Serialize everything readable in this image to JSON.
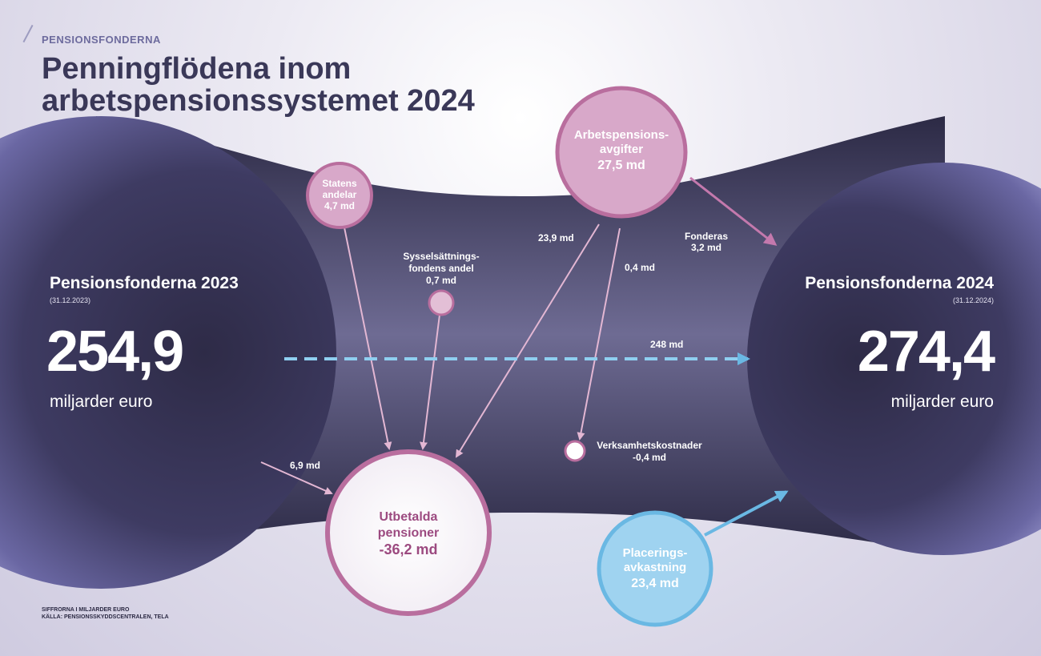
{
  "header": {
    "kicker": "PENSIONSFONDERNA",
    "title": "Penningflödena inom arbetspensionssystemet 2024"
  },
  "fund_2023": {
    "title": "Pensionsfonderna 2023",
    "date": "(31.12.2023)",
    "value": "254,9",
    "unit": "miljarder euro"
  },
  "fund_2024": {
    "title": "Pensionsfonderna 2024",
    "date": "(31.12.2024)",
    "value": "274,4",
    "unit": "miljarder euro"
  },
  "bubbles": {
    "contributions": {
      "line1": "Arbetspensions-",
      "line2": "avgifter",
      "amount": "27,5 md"
    },
    "state": {
      "line1": "Statens",
      "line2": "andelar",
      "amount": "4,7 md"
    },
    "employment_fund": {
      "line1": "Sysselsättnings-",
      "line2": "fondens andel",
      "amount": "0,7 md"
    },
    "pensions_paid": {
      "line1": "Utbetalda",
      "line2": "pensioner",
      "amount": "-36,2 md"
    },
    "investment_return": {
      "line1": "Placerings-",
      "line2": "avkastning",
      "amount": "23,4 md"
    },
    "operating_costs": {
      "line1": "Verksamhetskostnader",
      "amount": "-0,4 md"
    }
  },
  "flows": {
    "to_pensions": "23,9 md",
    "to_costs": "0,4 md",
    "funded_label": "Fonderas",
    "funded_amount": "3,2 md",
    "carryover": "248 md",
    "from_funds": "6,9 md"
  },
  "footer": {
    "note": "SIFFRORNA I MILJARDER EURO",
    "source": "KÄLLA: PENSIONSSKYDDSCENTRALEN, TELA"
  },
  "colors": {
    "dark_band": "#3f3d5e",
    "sphere": "#8b89bd",
    "pink": "#b96e9e",
    "pink_fill": "#d8a8c9",
    "pink_text": "#9c4a80",
    "blue": "#6ab8e3",
    "blue_fill": "#9fd3f0",
    "flow_line": "#e3b7d3"
  }
}
